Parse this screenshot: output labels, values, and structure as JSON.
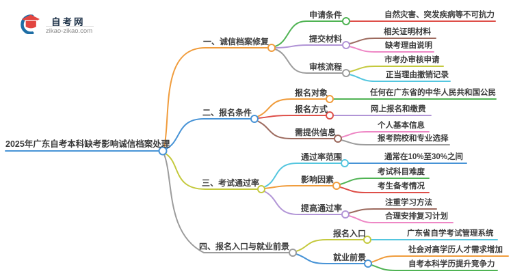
{
  "logo": {
    "title": "自考网",
    "domain": "zikao-zikao.com",
    "brand_blue": "#1e6ea5",
    "cap_red": "#e24540"
  },
  "root": {
    "label": "2025年广东自考本科缺考影响诚信档案处理",
    "color": "#4793d6"
  },
  "branches": [
    {
      "label": "一、诚信档案修复",
      "color": "#f09c3c",
      "children": [
        {
          "label": "申请条件",
          "color": "#4fb353",
          "leaves": [
            {
              "label": "自然灾害、突发疾病等不可抗力",
              "color": "#de4f49"
            }
          ]
        },
        {
          "label": "提交材料",
          "color": "#b194d6",
          "leaves": [
            {
              "label": "相关证明材料",
              "color": "#9c695d"
            },
            {
              "label": "缺考理由说明",
              "color": "#ee87c5"
            }
          ]
        },
        {
          "label": "审核流程",
          "color": "#9c9c9c",
          "leaves": [
            {
              "label": "市考办审核申请",
              "color": "#c4c93d"
            },
            {
              "label": "正当理由撤销记录",
              "color": "#54c6df"
            }
          ]
        }
      ]
    },
    {
      "label": "二、报名条件",
      "color": "#4793d6",
      "children": [
        {
          "label": "报名对象",
          "color": "#f09c3c",
          "leaves": [
            {
              "label": "任何在广东省的中华人民共和国公民",
              "color": "#4fb353"
            }
          ]
        },
        {
          "label": "报名方式",
          "color": "#de4f49",
          "leaves": [
            {
              "label": "网上报名和缴费",
              "color": "#b194d6"
            }
          ]
        },
        {
          "label": "需提供信息",
          "color": "#9c695d",
          "leaves": [
            {
              "label": "个人基本信息",
              "color": "#ee87c5"
            },
            {
              "label": "报考院校和专业选择",
              "color": "#9c9c9c"
            }
          ]
        }
      ]
    },
    {
      "label": "三、考试通过率",
      "color": "#c4c93d",
      "children": [
        {
          "label": "通过率范围",
          "color": "#54c6df",
          "leaves": [
            {
              "label": "通常在10%至30%之间",
              "color": "#4793d6"
            }
          ]
        },
        {
          "label": "影响因素",
          "color": "#f09c3c",
          "leaves": [
            {
              "label": "考试科目难度",
              "color": "#4fb353"
            },
            {
              "label": "考生备考情况",
              "color": "#de4f49"
            }
          ]
        },
        {
          "label": "提高通过率",
          "color": "#b194d6",
          "leaves": [
            {
              "label": "注重学习方法",
              "color": "#9c695d"
            },
            {
              "label": "合理安排复习计划",
              "color": "#ee87c5"
            }
          ]
        }
      ]
    },
    {
      "label": "四、报名入口与就业前景",
      "color": "#9c9c9c",
      "children": [
        {
          "label": "报名入口",
          "color": "#c4c93d",
          "leaves": [
            {
              "label": "广东省自学考试管理系统",
              "color": "#54c6df"
            }
          ]
        },
        {
          "label": "就业前景",
          "color": "#4793d6",
          "leaves": [
            {
              "label": "社会对高学历人才需求增加",
              "color": "#f09c3c"
            },
            {
              "label": "自考本科学历提升竞争力",
              "color": "#4fb353"
            }
          ]
        }
      ]
    }
  ]
}
